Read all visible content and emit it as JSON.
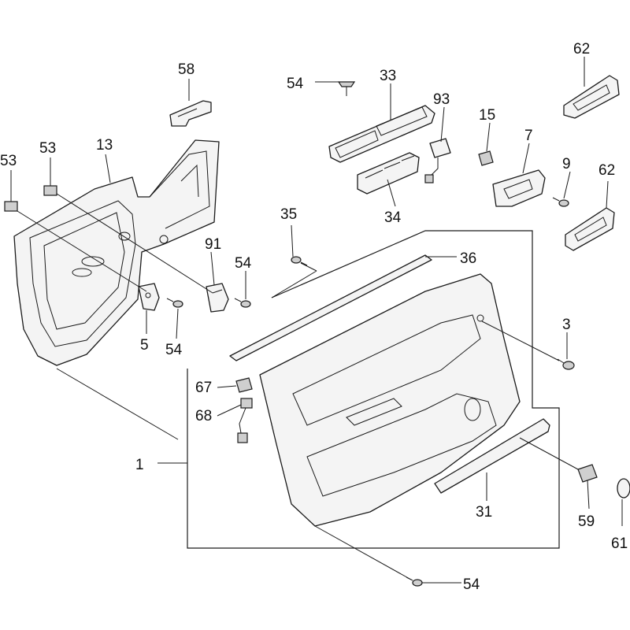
{
  "diagram": {
    "callouts": {
      "c_1": "1",
      "c_3": "3",
      "c_5": "5",
      "c_7": "7",
      "c_9": "9",
      "c_13": "13",
      "c_15": "15",
      "c_31": "31",
      "c_33": "33",
      "c_34": "34",
      "c_35": "35",
      "c_36": "36",
      "c_53a": "53",
      "c_53b": "53",
      "c_54a": "54",
      "c_54b": "54",
      "c_54c": "54",
      "c_54d": "54",
      "c_58": "58",
      "c_59": "59",
      "c_61": "61",
      "c_62a": "62",
      "c_62b": "62",
      "c_67": "67",
      "c_68": "68",
      "c_91": "91",
      "c_93": "93"
    }
  }
}
